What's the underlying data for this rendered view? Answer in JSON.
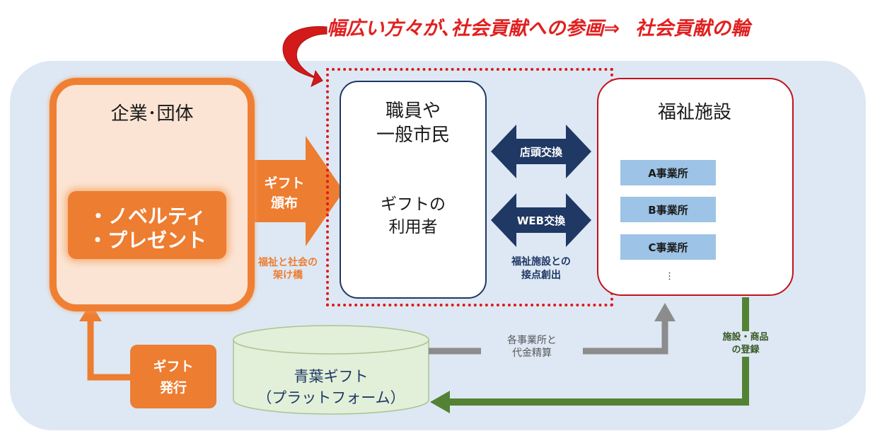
{
  "headline": {
    "part1": "幅広い方々が､社会貢献への参画⇒",
    "part2": "社会貢献の輪"
  },
  "company": {
    "title": "企業･団体",
    "items": [
      "・ノベルティ",
      "・プレゼント"
    ]
  },
  "gift_distribution": {
    "line1": "ギフト",
    "line2": "頒布",
    "caption_line1": "福祉と社会の",
    "caption_line2": "架け橋"
  },
  "users": {
    "title_line1": "職員や",
    "title_line2": "一般市民",
    "sub_line1": "ギフトの",
    "sub_line2": "利用者"
  },
  "exchange": {
    "store": "店頭交換",
    "web": "WEB交換",
    "caption_line1": "福祉施設との",
    "caption_line2": "接点創出"
  },
  "facility": {
    "title": "福祉施設",
    "offices": [
      "A事業所",
      "B事業所",
      "C事業所"
    ],
    "more": "︙"
  },
  "settlement": {
    "line1": "各事業所と",
    "line2": "代金精算"
  },
  "registration": {
    "line1": "施設・商品",
    "line2": "の登録"
  },
  "platform": {
    "line1": "青葉ギフト",
    "line2": "（プラットフォーム）"
  },
  "gift_issue": {
    "line1": "ギフト",
    "line2": "発行"
  },
  "colors": {
    "orange": "#ed7d31",
    "navy": "#1f3864",
    "red": "#e02020",
    "green": "#548235",
    "gray": "#8c8c8c",
    "light_blue_bg": "#dde8f4",
    "office_blue": "#9dc3e6",
    "platform_green": "#e2efd9"
  }
}
